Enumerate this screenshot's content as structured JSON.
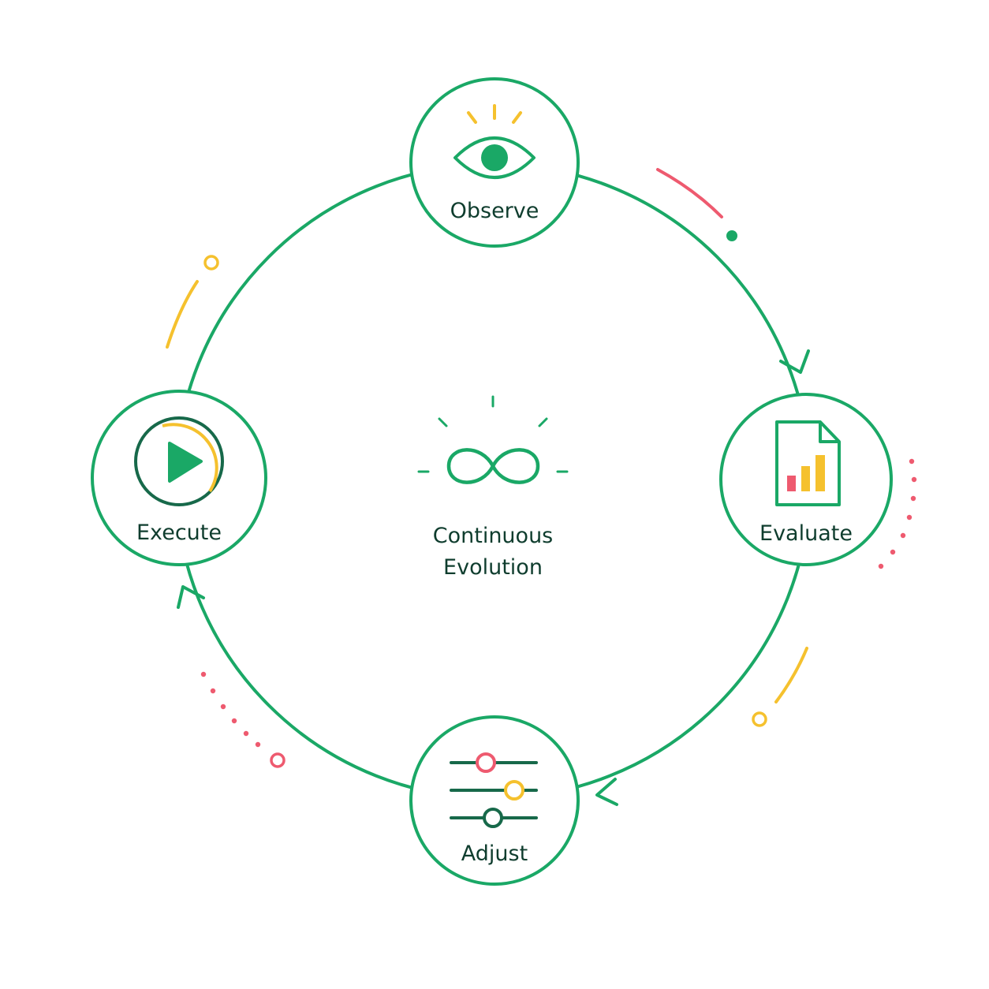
{
  "colors": {
    "green": "#1aa866",
    "dark": "#0f3d2e",
    "yellow": "#f5c12e",
    "red": "#ee5a6f",
    "darkgreen": "#17694a"
  },
  "center": {
    "line1": "Continuous",
    "line2": "Evolution",
    "icon": "infinity-icon"
  },
  "stages": [
    {
      "label": "Observe",
      "icon": "eye-icon"
    },
    {
      "label": "Evaluate",
      "icon": "bar-chart-document-icon"
    },
    {
      "label": "Adjust",
      "icon": "sliders-icon"
    },
    {
      "label": "Execute",
      "icon": "play-icon"
    }
  ]
}
